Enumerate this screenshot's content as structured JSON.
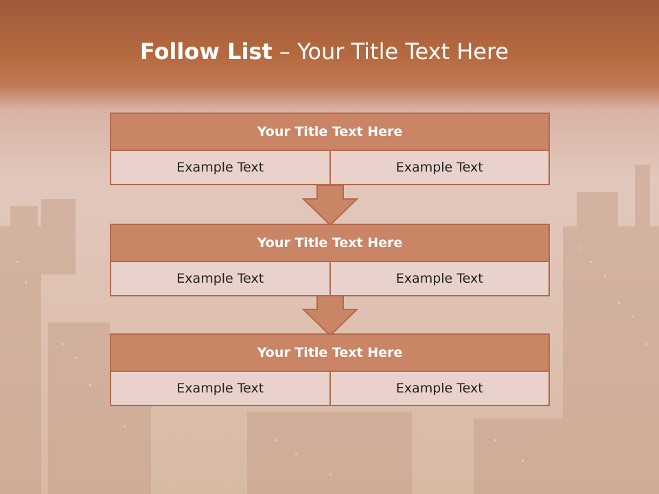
{
  "slide": {
    "title_bold": "Follow List",
    "title_rest": " – Your Title Text Here",
    "steps": [
      {
        "title": "Your Title Text Here",
        "left": "Example Text",
        "right": "Example Text"
      },
      {
        "title": "Your Title Text Here",
        "left": "Example Text",
        "right": "Example Text"
      },
      {
        "title": "Your Title Text Here",
        "left": "Example Text",
        "right": "Example Text"
      }
    ]
  },
  "colors": {
    "header_band": "#b5693f",
    "box_title": "#c98565",
    "box_border": "#b56a4b",
    "cell_fill": "#e8d2cb",
    "arrow": "#c98565"
  },
  "icons": {
    "arrow": "down-arrow-icon"
  }
}
